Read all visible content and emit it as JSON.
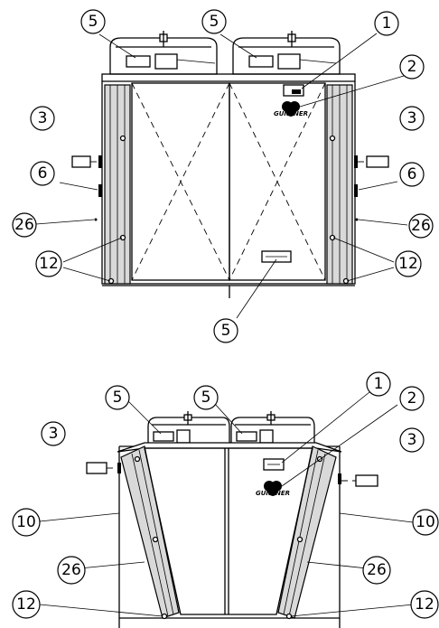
{
  "brand": {
    "logo_text": "GUNTNER"
  },
  "views": [
    {
      "id": "front-view",
      "callouts": [
        {
          "label": "5"
        },
        {
          "label": "5"
        },
        {
          "label": "1"
        },
        {
          "label": "2"
        },
        {
          "label": "3"
        },
        {
          "label": "3"
        },
        {
          "label": "6"
        },
        {
          "label": "6"
        },
        {
          "label": "26"
        },
        {
          "label": "26"
        },
        {
          "label": "12"
        },
        {
          "label": "12"
        },
        {
          "label": "5"
        }
      ]
    },
    {
      "id": "side-view",
      "callouts": [
        {
          "label": "5"
        },
        {
          "label": "5"
        },
        {
          "label": "1"
        },
        {
          "label": "2"
        },
        {
          "label": "3"
        },
        {
          "label": "3"
        },
        {
          "label": "10"
        },
        {
          "label": "10"
        },
        {
          "label": "26"
        },
        {
          "label": "26"
        },
        {
          "label": "12"
        },
        {
          "label": "12"
        }
      ]
    }
  ]
}
